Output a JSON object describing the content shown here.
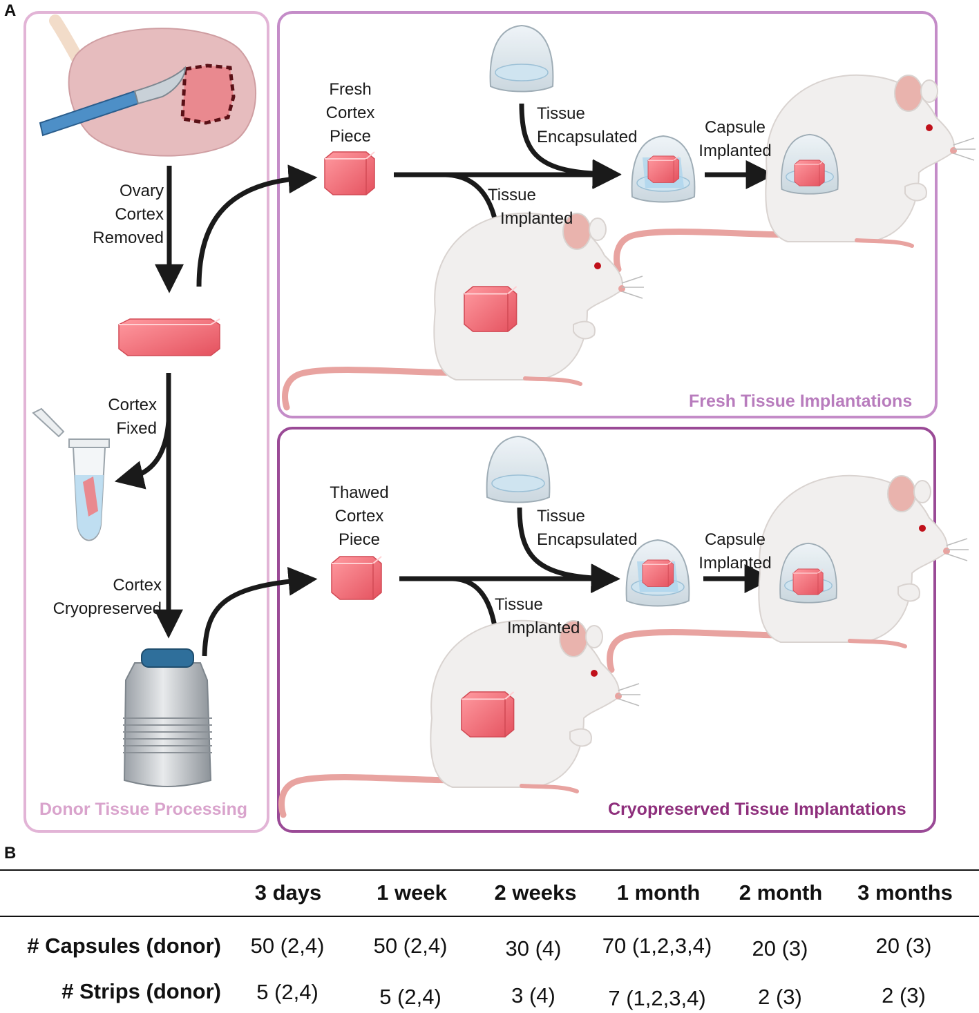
{
  "panel_a": {
    "letter": "A",
    "donor_box": {
      "title": "Donor Tissue Processing",
      "title_color": "#d9a3cc",
      "steps": {
        "removed": [
          "Ovary",
          "Cortex",
          "Removed"
        ],
        "fixed": [
          "Cortex",
          "Fixed"
        ],
        "cryopreserved": [
          "Cortex",
          "Cryopreserved"
        ]
      }
    },
    "fresh_box": {
      "title": "Fresh Tissue Implantations",
      "title_color": "#b87cbd",
      "piece_label": [
        "Fresh",
        "Cortex",
        "Piece"
      ],
      "encapsulated": [
        "Tissue",
        "Encapsulated"
      ],
      "capsule_implanted": [
        "Capsule",
        "Implanted"
      ],
      "tissue_implanted": [
        "Tissue",
        "Implanted"
      ]
    },
    "cryo_box": {
      "title": "Cryopreserved Tissue Implantations",
      "title_color": "#8e2f7c",
      "piece_label": [
        "Thawed",
        "Cortex",
        "Piece"
      ],
      "encapsulated": [
        "Tissue",
        "Encapsulated"
      ],
      "capsule_implanted": [
        "Capsule",
        "Implanted"
      ],
      "tissue_implanted": [
        "Tissue",
        "Implanted"
      ]
    },
    "icons": [
      "ovary-icon",
      "scalpel-icon",
      "tissue-strip-icon",
      "tube-icon",
      "cryo-tank-icon",
      "tissue-cube-icon",
      "capsule-icon",
      "mouse-icon"
    ]
  },
  "panel_b": {
    "letter": "B",
    "columns": [
      "3 days",
      "1 week",
      "2 weeks",
      "1 month",
      "2 month",
      "3 months"
    ],
    "rows": [
      {
        "label": "# Capsules (donor)",
        "values": [
          "50 (2,4)",
          "50 (2,4)",
          "30 (4)",
          "70 (1,2,3,4)",
          "20 (3)",
          "20 (3)"
        ]
      },
      {
        "label": "# Strips (donor)",
        "values": [
          "5 (2,4)",
          "5 (2,4)",
          "3 (4)",
          "7 (1,2,3,4)",
          "2 (3)",
          "2 (3)"
        ]
      }
    ]
  }
}
